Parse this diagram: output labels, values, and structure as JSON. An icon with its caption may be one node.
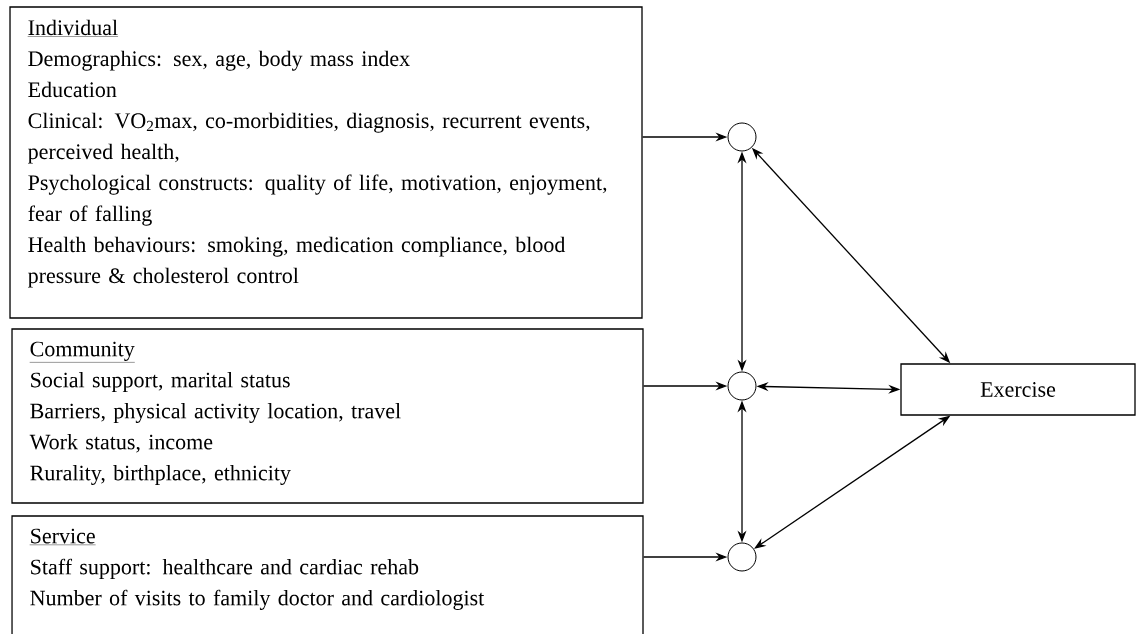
{
  "diagram": {
    "nodes": [
      {
        "text": [
          "Individual",
          "Demographics: sex, age, body mass index",
          "Education",
          "Clinical: VO$_{2}$max, co-morbidities, diagnosis, recurrent events, perceived health,",
          "Psychological constructs: quality of life, motivation, enjoyment, fear of falling",
          "Health behaviours: smoking, medication compliance, blood pressure & cholesterol control"
        ]
      },
      {
        "text": [
          "Community",
          "Social support, marital status",
          "Barriers, physical activity location, travel",
          "Work status, income",
          "Rurality, birthplace, ethnicity"
        ]
      },
      {
        "text": [
          "Service",
          "Staff support: healthcare and cardiac rehab",
          "Number of visits to family doctor and cardiologist"
        ]
      },
      {
        "text": [],
        "shape": "circle"
      },
      {
        "text": [],
        "shape": "circle"
      },
      {
        "text": [],
        "shape": "circle"
      },
      {
        "text": [
          "Exercise"
        ]
      }
    ],
    "edges": [
      {
        "from": 0,
        "to": 3,
        "arrow": "to"
      },
      {
        "from": 1,
        "to": 4,
        "arrow": "to"
      },
      {
        "from": 2,
        "to": 5,
        "arrow": "to"
      },
      {
        "from": 3,
        "to": 4,
        "arrow": "both"
      },
      {
        "from": 4,
        "to": 5,
        "arrow": "both"
      },
      {
        "from": 3,
        "to": 6,
        "arrow": "both"
      },
      {
        "from": 4,
        "to": 6,
        "arrow": "both"
      },
      {
        "from": 5,
        "to": 6,
        "arrow": "both"
      }
    ]
  }
}
